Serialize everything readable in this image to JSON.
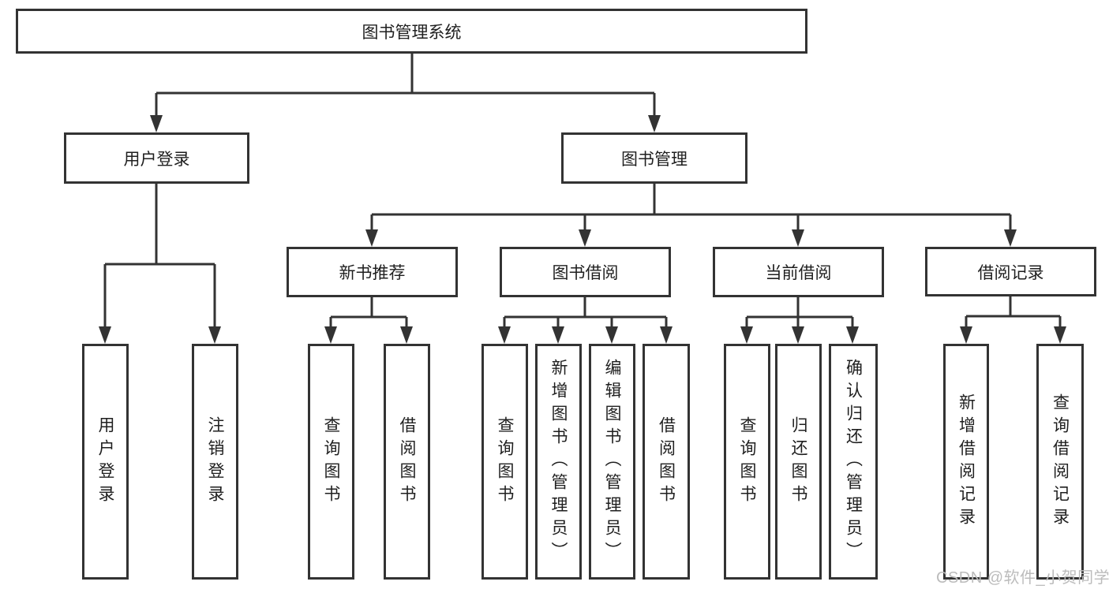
{
  "diagram": {
    "root": {
      "label": "图书管理系统"
    },
    "level2": [
      {
        "label": "用户登录"
      },
      {
        "label": "图书管理"
      }
    ],
    "level3": [
      {
        "label": "新书推荐"
      },
      {
        "label": "图书借阅"
      },
      {
        "label": "当前借阅"
      },
      {
        "label": "借阅记录"
      }
    ],
    "leaves": {
      "user_login": [
        "用户登录",
        "注销登录"
      ],
      "new_books": [
        "查询图书",
        "借阅图书"
      ],
      "book_borrow": [
        "查询图书",
        "新增图书（管理员）",
        "编辑图书（管理员）",
        "借阅图书"
      ],
      "current_borrow": [
        "查询图书",
        "归还图书",
        "确认归还（管理员）"
      ],
      "borrow_records": [
        "新增借阅记录",
        "查询借阅记录"
      ]
    }
  },
  "colors": {
    "line": "#333333",
    "text": "#1f1f1f",
    "background": "#ffffff",
    "watermark": "#bcbcbc"
  },
  "watermark": {
    "text": "CSDN @软件_小贺同学"
  }
}
